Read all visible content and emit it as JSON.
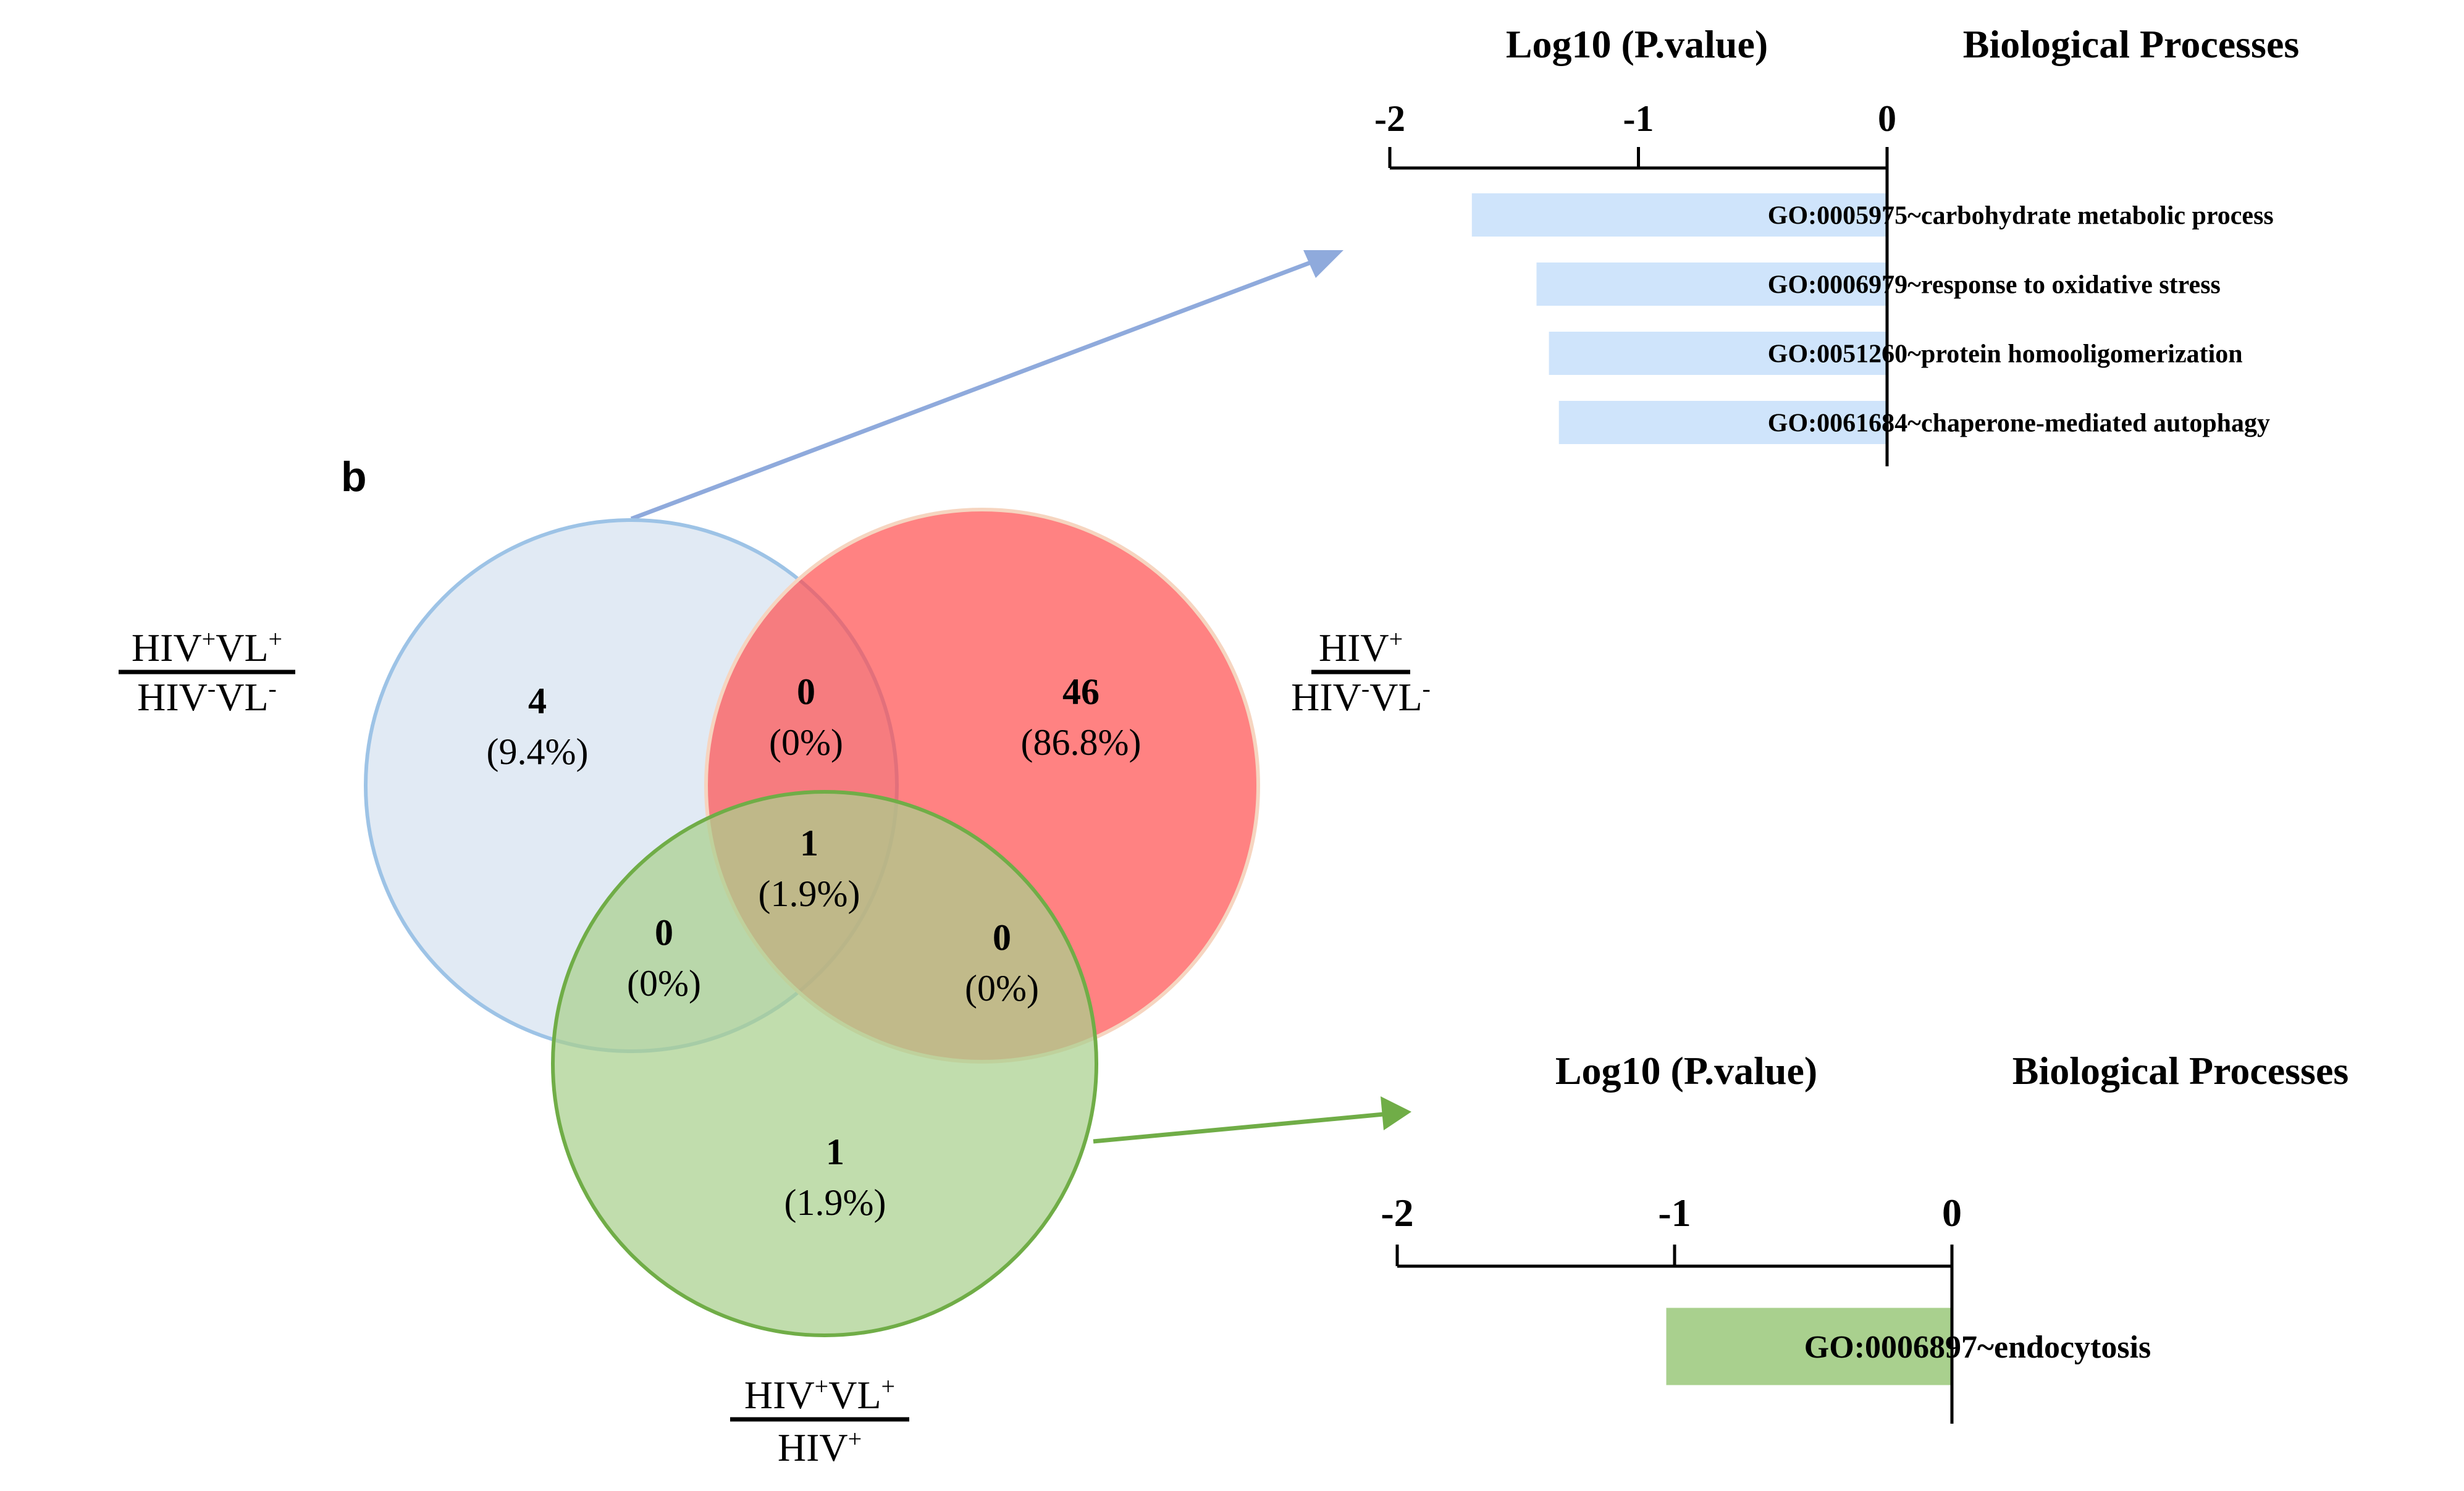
{
  "panel_label": "b",
  "colors": {
    "circle_a_fill": "#dce6f2",
    "circle_a_stroke": "#9dc3e6",
    "circle_b_fill": "#ff4d4d",
    "circle_b_stroke": "#f6d5c0",
    "circle_c_fill": "#a9d08e",
    "circle_c_stroke": "#70ad47",
    "arrow_top": "#8faadc",
    "arrow_bottom": "#70ad47",
    "bar_top": "#cfe4fb",
    "bar_bottom": "#a9d08e",
    "axis": "#000000"
  },
  "venn": {
    "set_labels": {
      "a": {
        "num_main": "HIV",
        "num_sup1": "+",
        "num_mid": "VL",
        "num_sup2": "+",
        "den_main": "HIV",
        "den_sup1": "-",
        "den_mid": "VL",
        "den_sup2": "-"
      },
      "b": {
        "num_main": "HIV",
        "num_sup1": "+",
        "den_main": "HIV",
        "den_sup1": "-",
        "den_mid": "VL",
        "den_sup2": "-"
      },
      "c": {
        "num_main": "HIV",
        "num_sup1": "+",
        "num_mid": "VL",
        "num_sup2": "+",
        "den_main": "HIV",
        "den_sup1": "+"
      }
    },
    "regions": {
      "a_only": {
        "count": "4",
        "percent": "(9.4%)"
      },
      "b_only": {
        "count": "46",
        "percent": "(86.8%)"
      },
      "c_only": {
        "count": "1",
        "percent": "(1.9%)"
      },
      "ab": {
        "count": "0",
        "percent": "(0%)"
      },
      "ac": {
        "count": "0",
        "percent": "(0%)"
      },
      "bc": {
        "count": "0",
        "percent": "(0%)"
      },
      "abc": {
        "count": "1",
        "percent": "(1.9%)"
      }
    }
  },
  "chart_data": [
    {
      "type": "bar",
      "orientation": "horizontal",
      "title": "Log10 (P.value)",
      "category_header": "Biological Processes",
      "xlim": [
        -2,
        0
      ],
      "xticks": [
        "-2",
        "-1",
        "0"
      ],
      "categories": [
        "GO:0005975~carbohydrate metabolic process",
        "GO:0006979~response to oxidative stress",
        "GO:0051260~protein homooligomerization",
        "GO:0061684~chaperone-mediated autophagy"
      ],
      "values": [
        -1.67,
        -1.41,
        -1.36,
        -1.32
      ]
    },
    {
      "type": "bar",
      "orientation": "horizontal",
      "title": "Log10 (P.value)",
      "category_header": "Biological Processes",
      "xlim": [
        -2,
        0
      ],
      "xticks": [
        "-2",
        "-1",
        "0"
      ],
      "categories": [
        "GO:0006897~endocytosis"
      ],
      "values": [
        -1.03
      ]
    }
  ]
}
